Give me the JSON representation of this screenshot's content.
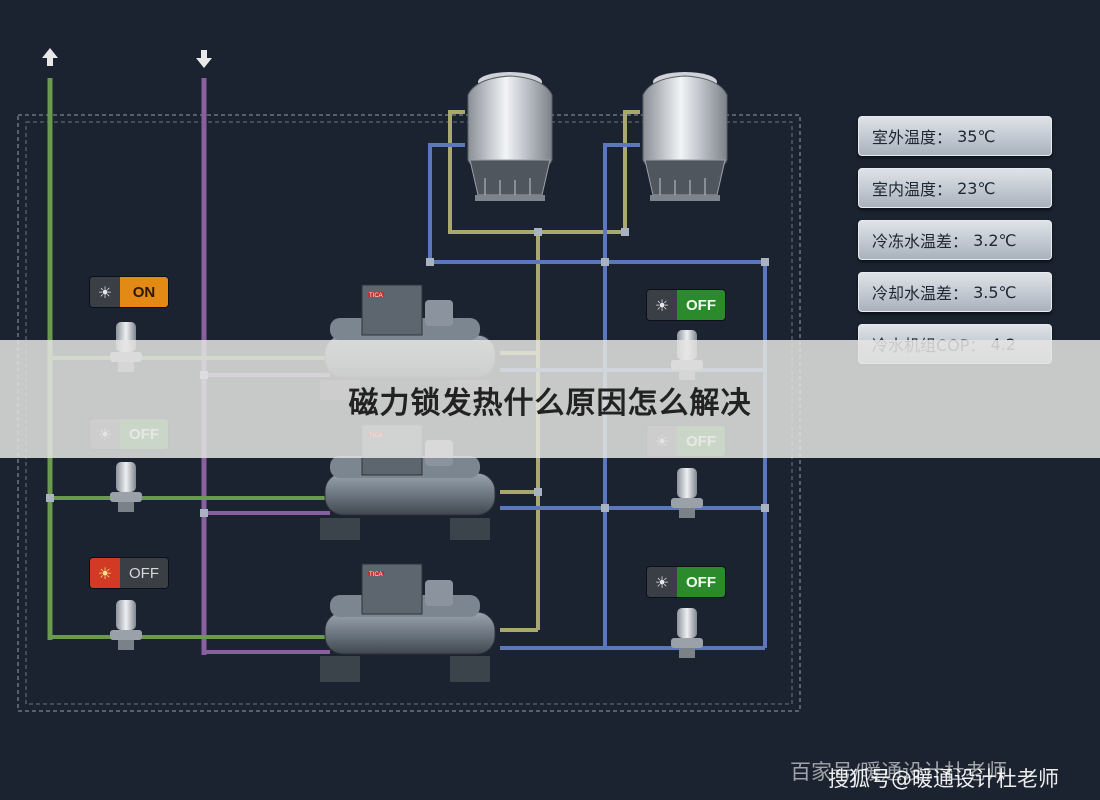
{
  "banner": {
    "title": "磁力锁发热什么原因怎么解决"
  },
  "info_panels": [
    {
      "label": "室外温度：",
      "value": "35℃"
    },
    {
      "label": "室内温度：",
      "value": "23℃"
    },
    {
      "label": "冷冻水温差：",
      "value": "3.2℃"
    },
    {
      "label": "冷却水温差：",
      "value": "3.5℃"
    },
    {
      "label": "冷水机组COP：",
      "value": "4.2"
    }
  ],
  "toggles": [
    {
      "state": "ON",
      "bulb": "lightbulb-icon",
      "style": "orange-on"
    },
    {
      "state": "OFF",
      "bulb": "lightbulb-icon",
      "style": "grey-green"
    },
    {
      "state": "OFF",
      "bulb": "lightbulb-icon",
      "style": "red-bulb"
    },
    {
      "state": "OFF",
      "bulb": "lightbulb-icon",
      "style": "green"
    },
    {
      "state": "OFF",
      "bulb": "lightbulb-icon",
      "style": "grey-green"
    },
    {
      "state": "OFF",
      "bulb": "lightbulb-icon",
      "style": "green"
    }
  ],
  "chiller_brand": "TICA",
  "watermarks": {
    "baijia": "百家号/暖通设计杜老师",
    "sohu": "搜狐号@暖通设计杜老师"
  },
  "colors": {
    "background": "#1b2330",
    "pipe_green": "#6a9a4e",
    "pipe_purple": "#8a5fa0",
    "pipe_blue": "#5d78b8",
    "pipe_yellow": "#a9a86e",
    "on_orange": "#e38a14",
    "off_green": "#2b8a2c"
  }
}
